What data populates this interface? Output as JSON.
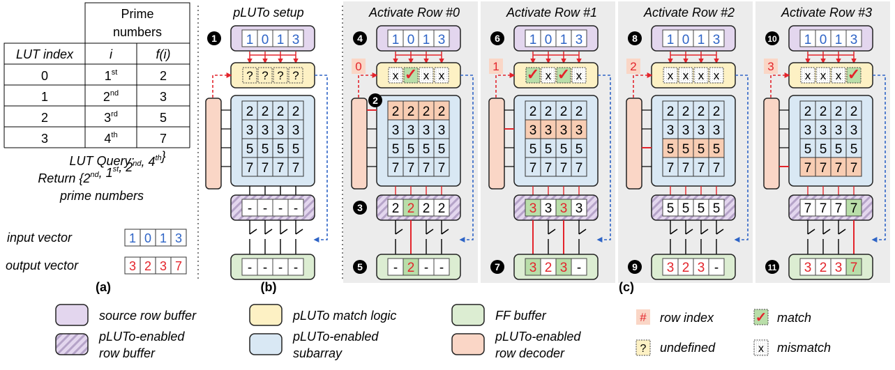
{
  "table": {
    "prime_header": [
      "Prime",
      "numbers"
    ],
    "headers": [
      "LUT index",
      "i",
      "f(i)"
    ],
    "rows": [
      {
        "index": "0",
        "i": "1",
        "sup": "st",
        "f": "2"
      },
      {
        "index": "1",
        "i": "2",
        "sup": "nd",
        "f": "3"
      },
      {
        "index": "2",
        "i": "3",
        "sup": "rd",
        "f": "5"
      },
      {
        "index": "3",
        "i": "4",
        "sup": "th",
        "f": "7"
      }
    ]
  },
  "query": {
    "line1": "LUT Query:",
    "line2_prefix": "Return  {2",
    "line2_parts": [
      {
        "base": "Return  {2",
        "sup": "nd"
      },
      {
        "base": ", 1",
        "sup": "st"
      },
      {
        "base": ", 2",
        "sup": "nd"
      },
      {
        "base": ", 4",
        "sup": "th"
      },
      {
        "base": "}",
        "sup": ""
      }
    ],
    "line3": "prime numbers"
  },
  "input_vector": {
    "label": "input vector",
    "values": [
      "1",
      "0",
      "1",
      "3"
    ]
  },
  "output_vector": {
    "label": "output vector",
    "values": [
      "3",
      "2",
      "3",
      "7"
    ]
  },
  "subfig_labels": {
    "a": "(a)",
    "b": "(b)",
    "c": "(c)"
  },
  "colors": {
    "source_row_buffer": "#e3d6ee",
    "match_logic": "#fdf1c4",
    "ff_buffer": "#dcedd2",
    "row_decoder": "#fad6c6",
    "subarray": "#d9e8f4",
    "highlight_row": "#f8cdb3",
    "match_cell": "#b9dea9",
    "red": "#e3242b",
    "blue": "#2e64c6",
    "panel_bg": "#ececec"
  },
  "panels": [
    {
      "title": "pLUTo setup",
      "step_top": "1",
      "step_mid": "",
      "step_rb": "",
      "step_ff": "",
      "row_index": "",
      "match": [
        "?",
        "?",
        "?",
        "?"
      ],
      "match_kind": [
        "u",
        "u",
        "u",
        "u"
      ],
      "highlight_row": -1,
      "subarray": [
        [
          "2",
          "2",
          "2",
          "2"
        ],
        [
          "3",
          "3",
          "3",
          "3"
        ],
        [
          "5",
          "5",
          "5",
          "5"
        ],
        [
          "7",
          "7",
          "7",
          "7"
        ]
      ],
      "row_buffer": [
        "-",
        "-",
        "-",
        "-"
      ],
      "rb_red": [
        false,
        false,
        false,
        false
      ],
      "rb_green": [
        false,
        false,
        false,
        false
      ],
      "ff": [
        "-",
        "-",
        "-",
        "-"
      ],
      "ff_red": [
        false,
        false,
        false,
        false
      ],
      "ff_green": [
        false,
        false,
        false,
        false
      ],
      "switch_closed": [
        false,
        false,
        false,
        false
      ]
    },
    {
      "title": "Activate Row #0",
      "step_top": "4",
      "step_mid": "2",
      "step_rb": "3",
      "step_ff": "5",
      "row_index": "0",
      "match": [
        "x",
        "✓",
        "x",
        "x"
      ],
      "match_kind": [
        "x",
        "m",
        "x",
        "x"
      ],
      "highlight_row": 0,
      "subarray": [
        [
          "2",
          "2",
          "2",
          "2"
        ],
        [
          "3",
          "3",
          "3",
          "3"
        ],
        [
          "5",
          "5",
          "5",
          "5"
        ],
        [
          "7",
          "7",
          "7",
          "7"
        ]
      ],
      "row_buffer": [
        "2",
        "2",
        "2",
        "2"
      ],
      "rb_red": [
        false,
        true,
        false,
        false
      ],
      "rb_green": [
        false,
        true,
        false,
        false
      ],
      "ff": [
        "-",
        "2",
        "-",
        "-"
      ],
      "ff_red": [
        false,
        true,
        false,
        false
      ],
      "ff_green": [
        false,
        true,
        false,
        false
      ],
      "switch_closed": [
        false,
        true,
        false,
        false
      ]
    },
    {
      "title": "Activate Row #1",
      "step_top": "6",
      "step_mid": "",
      "step_rb": "",
      "step_ff": "7",
      "row_index": "1",
      "match": [
        "✓",
        "x",
        "✓",
        "x"
      ],
      "match_kind": [
        "m",
        "x",
        "m",
        "x"
      ],
      "highlight_row": 1,
      "subarray": [
        [
          "2",
          "2",
          "2",
          "2"
        ],
        [
          "3",
          "3",
          "3",
          "3"
        ],
        [
          "5",
          "5",
          "5",
          "5"
        ],
        [
          "7",
          "7",
          "7",
          "7"
        ]
      ],
      "row_buffer": [
        "3",
        "3",
        "3",
        "3"
      ],
      "rb_red": [
        true,
        false,
        true,
        false
      ],
      "rb_green": [
        true,
        false,
        true,
        false
      ],
      "ff": [
        "3",
        "2",
        "3",
        "-"
      ],
      "ff_red": [
        true,
        true,
        true,
        false
      ],
      "ff_green": [
        true,
        false,
        true,
        false
      ],
      "switch_closed": [
        true,
        false,
        true,
        false
      ]
    },
    {
      "title": "Activate Row #2",
      "step_top": "8",
      "step_mid": "",
      "step_rb": "",
      "step_ff": "9",
      "row_index": "2",
      "match": [
        "x",
        "x",
        "x",
        "x"
      ],
      "match_kind": [
        "x",
        "x",
        "x",
        "x"
      ],
      "highlight_row": 2,
      "subarray": [
        [
          "2",
          "2",
          "2",
          "2"
        ],
        [
          "3",
          "3",
          "3",
          "3"
        ],
        [
          "5",
          "5",
          "5",
          "5"
        ],
        [
          "7",
          "7",
          "7",
          "7"
        ]
      ],
      "row_buffer": [
        "5",
        "5",
        "5",
        "5"
      ],
      "rb_red": [
        false,
        false,
        false,
        false
      ],
      "rb_green": [
        false,
        false,
        false,
        false
      ],
      "ff": [
        "3",
        "2",
        "3",
        "-"
      ],
      "ff_red": [
        true,
        true,
        true,
        false
      ],
      "ff_green": [
        false,
        false,
        false,
        false
      ],
      "switch_closed": [
        false,
        false,
        false,
        false
      ]
    },
    {
      "title": "Activate Row #3",
      "step_top": "10",
      "step_mid": "",
      "step_rb": "",
      "step_ff": "11",
      "row_index": "3",
      "match": [
        "x",
        "x",
        "x",
        "✓"
      ],
      "match_kind": [
        "x",
        "x",
        "x",
        "m"
      ],
      "highlight_row": 3,
      "subarray": [
        [
          "2",
          "2",
          "2",
          "2"
        ],
        [
          "3",
          "3",
          "3",
          "3"
        ],
        [
          "5",
          "5",
          "5",
          "5"
        ],
        [
          "7",
          "7",
          "7",
          "7"
        ]
      ],
      "row_buffer": [
        "7",
        "7",
        "7",
        "7"
      ],
      "rb_red": [
        false,
        false,
        false,
        false
      ],
      "rb_green": [
        false,
        false,
        false,
        true
      ],
      "ff": [
        "3",
        "2",
        "3",
        "7"
      ],
      "ff_red": [
        true,
        true,
        true,
        true
      ],
      "ff_green": [
        false,
        false,
        false,
        true
      ],
      "switch_closed": [
        false,
        false,
        false,
        true
      ]
    }
  ],
  "legend": [
    {
      "key": "source_row_buffer",
      "label": [
        "source row buffer"
      ],
      "style": "purple"
    },
    {
      "key": "row_buffer",
      "label": [
        "pLUTo-enabled",
        "row buffer"
      ],
      "style": "hatched"
    },
    {
      "key": "match_logic",
      "label": [
        "pLUTo match logic"
      ],
      "style": "yellow"
    },
    {
      "key": "subarray",
      "label": [
        "pLUTo-enabled",
        "subarray"
      ],
      "style": "blue"
    },
    {
      "key": "ff_buffer",
      "label": [
        "FF buffer"
      ],
      "style": "green"
    },
    {
      "key": "row_decoder",
      "label": [
        "pLUTo-enabled",
        "row decoder"
      ],
      "style": "orange"
    },
    {
      "key": "row_index",
      "label": [
        "row index"
      ],
      "symbol": "#"
    },
    {
      "key": "undefined",
      "label": [
        "undefined"
      ],
      "symbol": "?"
    },
    {
      "key": "match",
      "label": [
        "match"
      ],
      "symbol": "✓"
    },
    {
      "key": "mismatch",
      "label": [
        "mismatch"
      ],
      "symbol": "x"
    }
  ]
}
